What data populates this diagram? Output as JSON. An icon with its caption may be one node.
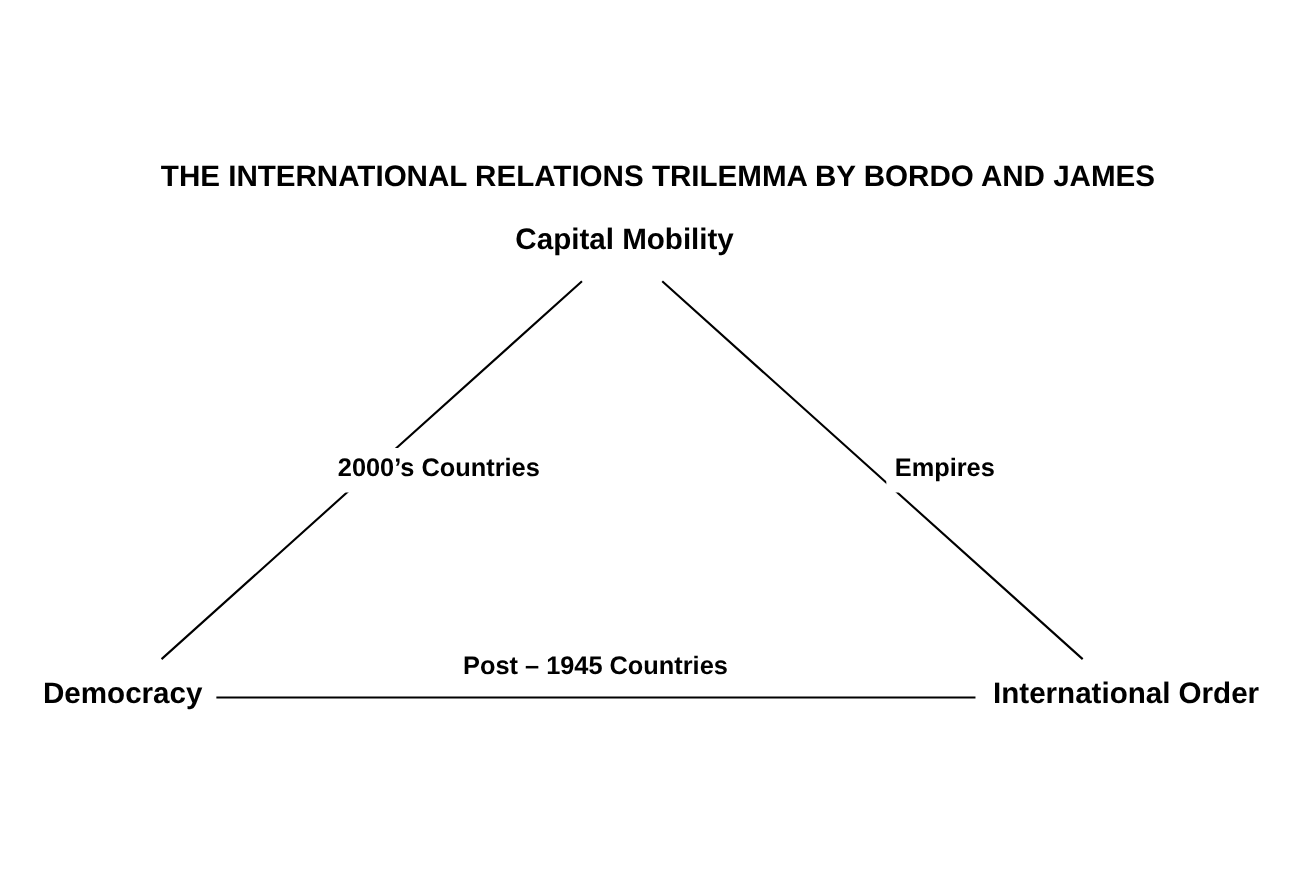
{
  "diagram": {
    "title": "THE INTERNATIONAL RELATIONS TRILEMMA BY BORDO AND JAMES",
    "nodes": [
      {
        "text": [
          "Capital Mobility"
        ]
      },
      {
        "text": [
          "Democracy"
        ]
      },
      {
        "text": [
          "International Order"
        ]
      }
    ],
    "edges": [
      {
        "from": 0,
        "to": 1,
        "arrow": "none",
        "label": "2000’s Countries"
      },
      {
        "from": 0,
        "to": 2,
        "arrow": "none",
        "label": "Empires"
      },
      {
        "from": 1,
        "to": 2,
        "arrow": "none",
        "label": "Post – 1945 Countries"
      }
    ]
  }
}
